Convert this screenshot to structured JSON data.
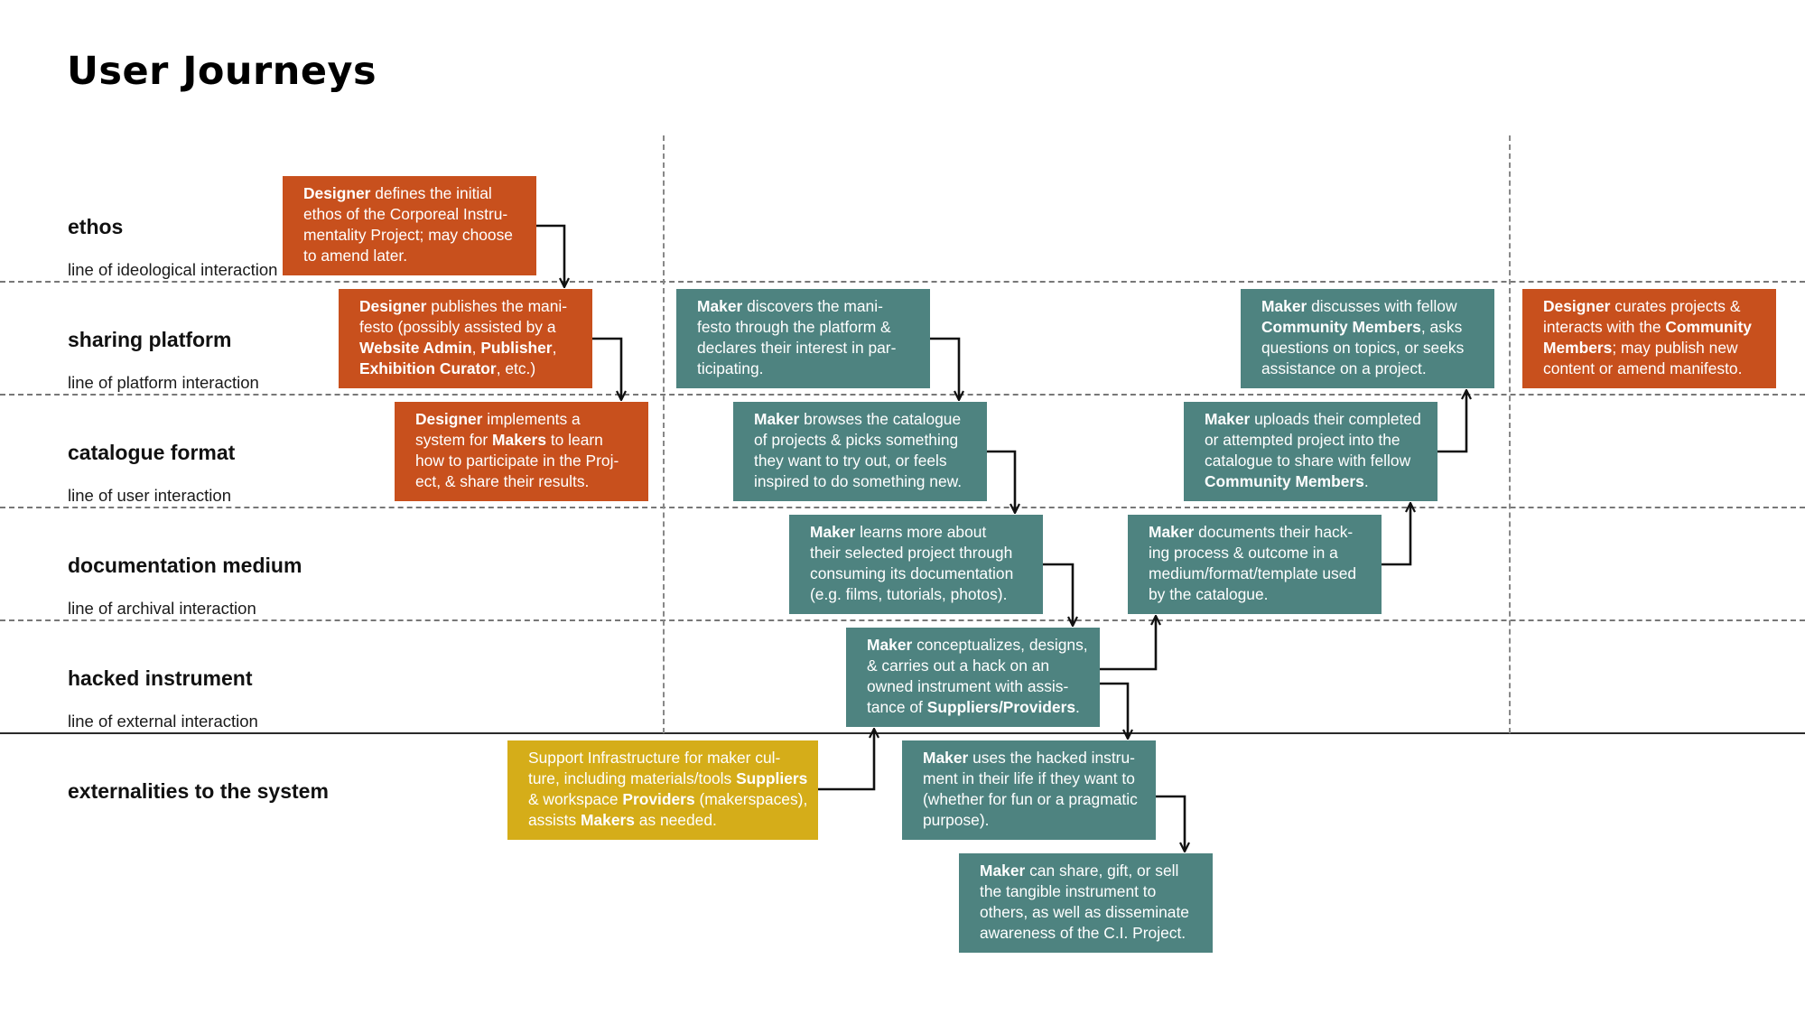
{
  "title": "User Journeys",
  "rows": [
    {
      "name": "ethos",
      "line": "line of ideological interaction"
    },
    {
      "name": "sharing platform",
      "line": "line of platform interaction"
    },
    {
      "name": "catalogue format",
      "line": "line of user interaction"
    },
    {
      "name": "documentation medium",
      "line": "line of archival interaction"
    },
    {
      "name": "hacked instrument",
      "line": "line of external interaction"
    },
    {
      "name": "externalities to the system",
      "line": ""
    }
  ],
  "colors": {
    "designer": "#c8501d",
    "maker": "#4e8380",
    "support": "#d5ad19"
  },
  "boxes": {
    "designer_ethos": {
      "lines": [
        [
          {
            "t": "Designer",
            "b": true
          },
          {
            "t": " defines the initial"
          }
        ],
        [
          {
            "t": "ethos of the Corporeal Instru-"
          }
        ],
        [
          {
            "t": "mentality Project; may choose"
          }
        ],
        [
          {
            "t": "to amend later."
          }
        ]
      ]
    },
    "designer_publish": {
      "lines": [
        [
          {
            "t": "Designer",
            "b": true
          },
          {
            "t": " publishes the mani-"
          }
        ],
        [
          {
            "t": "festo (possibly assisted by a"
          }
        ],
        [
          {
            "t": "Website Admin",
            "b": true
          },
          {
            "t": ", "
          },
          {
            "t": "Publisher",
            "b": true
          },
          {
            "t": ","
          }
        ],
        [
          {
            "t": "Exhibition Curator",
            "b": true
          },
          {
            "t": ", etc.)"
          }
        ]
      ]
    },
    "designer_implement": {
      "lines": [
        [
          {
            "t": "Designer",
            "b": true
          },
          {
            "t": " implements a"
          }
        ],
        [
          {
            "t": "system for "
          },
          {
            "t": "Makers",
            "b": true
          },
          {
            "t": " to learn"
          }
        ],
        [
          {
            "t": "how to participate in the Proj-"
          }
        ],
        [
          {
            "t": "ect, & share their results."
          }
        ]
      ]
    },
    "maker_discover": {
      "lines": [
        [
          {
            "t": "Maker",
            "b": true
          },
          {
            "t": " discovers the mani-"
          }
        ],
        [
          {
            "t": "festo through the platform &"
          }
        ],
        [
          {
            "t": "declares their interest in par-"
          }
        ],
        [
          {
            "t": "ticipating."
          }
        ]
      ]
    },
    "maker_browse": {
      "lines": [
        [
          {
            "t": "Maker",
            "b": true
          },
          {
            "t": " browses the catalogue"
          }
        ],
        [
          {
            "t": "of projects & picks something"
          }
        ],
        [
          {
            "t": "they want to try out, or feels"
          }
        ],
        [
          {
            "t": "inspired to do something new."
          }
        ]
      ]
    },
    "maker_learn": {
      "lines": [
        [
          {
            "t": "Maker",
            "b": true
          },
          {
            "t": " learns more about"
          }
        ],
        [
          {
            "t": "their selected project through"
          }
        ],
        [
          {
            "t": "consuming its documentation"
          }
        ],
        [
          {
            "t": "(e.g. films, tutorials, photos)."
          }
        ]
      ]
    },
    "maker_hack": {
      "lines": [
        [
          {
            "t": "Maker",
            "b": true
          },
          {
            "t": " conceptualizes, designs,"
          }
        ],
        [
          {
            "t": "& carries out a hack on an"
          }
        ],
        [
          {
            "t": "owned instrument with assis-"
          }
        ],
        [
          {
            "t": "tance of "
          },
          {
            "t": "Suppliers/Providers",
            "b": true
          },
          {
            "t": "."
          }
        ]
      ]
    },
    "support": {
      "lines": [
        [
          {
            "t": "Support Infrastructure for maker cul-"
          }
        ],
        [
          {
            "t": "ture, including materials/tools "
          },
          {
            "t": "Suppliers",
            "b": true
          }
        ],
        [
          {
            "t": "& workspace "
          },
          {
            "t": "Providers",
            "b": true
          },
          {
            "t": " (makerspaces),"
          }
        ],
        [
          {
            "t": "assists "
          },
          {
            "t": "Makers",
            "b": true
          },
          {
            "t": " as needed."
          }
        ]
      ]
    },
    "maker_use": {
      "lines": [
        [
          {
            "t": "Maker",
            "b": true
          },
          {
            "t": " uses the hacked instru-"
          }
        ],
        [
          {
            "t": "ment in their life if they want to"
          }
        ],
        [
          {
            "t": "(whether for fun or a pragmatic"
          }
        ],
        [
          {
            "t": "purpose)."
          }
        ]
      ]
    },
    "maker_share": {
      "lines": [
        [
          {
            "t": "Maker",
            "b": true
          },
          {
            "t": " can share, gift, or sell"
          }
        ],
        [
          {
            "t": "the tangible instrument to"
          }
        ],
        [
          {
            "t": "others, as well as disseminate"
          }
        ],
        [
          {
            "t": "awareness of the C.I. Project."
          }
        ]
      ]
    },
    "maker_document": {
      "lines": [
        [
          {
            "t": "Maker",
            "b": true
          },
          {
            "t": " documents their hack-"
          }
        ],
        [
          {
            "t": "ing process & outcome in a"
          }
        ],
        [
          {
            "t": "medium/format/template used"
          }
        ],
        [
          {
            "t": "by the catalogue."
          }
        ]
      ]
    },
    "maker_upload": {
      "lines": [
        [
          {
            "t": "Maker",
            "b": true
          },
          {
            "t": " uploads their completed"
          }
        ],
        [
          {
            "t": "or attempted project into the"
          }
        ],
        [
          {
            "t": "catalogue to share with fellow"
          }
        ],
        [
          {
            "t": "Community Members",
            "b": true
          },
          {
            "t": "."
          }
        ]
      ]
    },
    "maker_discuss": {
      "lines": [
        [
          {
            "t": "Maker",
            "b": true
          },
          {
            "t": " discusses with fellow"
          }
        ],
        [
          {
            "t": "Community Members",
            "b": true
          },
          {
            "t": ", asks"
          }
        ],
        [
          {
            "t": "questions on topics, or seeks"
          }
        ],
        [
          {
            "t": "assistance on a project."
          }
        ]
      ]
    },
    "designer_curate": {
      "lines": [
        [
          {
            "t": "Designer",
            "b": true
          },
          {
            "t": " curates projects &"
          }
        ],
        [
          {
            "t": "interacts with the "
          },
          {
            "t": "Community",
            "b": true
          }
        ],
        [
          {
            "t": "Members",
            "b": true
          },
          {
            "t": "; may publish new"
          }
        ],
        [
          {
            "t": "content or amend manifesto."
          }
        ]
      ]
    }
  }
}
